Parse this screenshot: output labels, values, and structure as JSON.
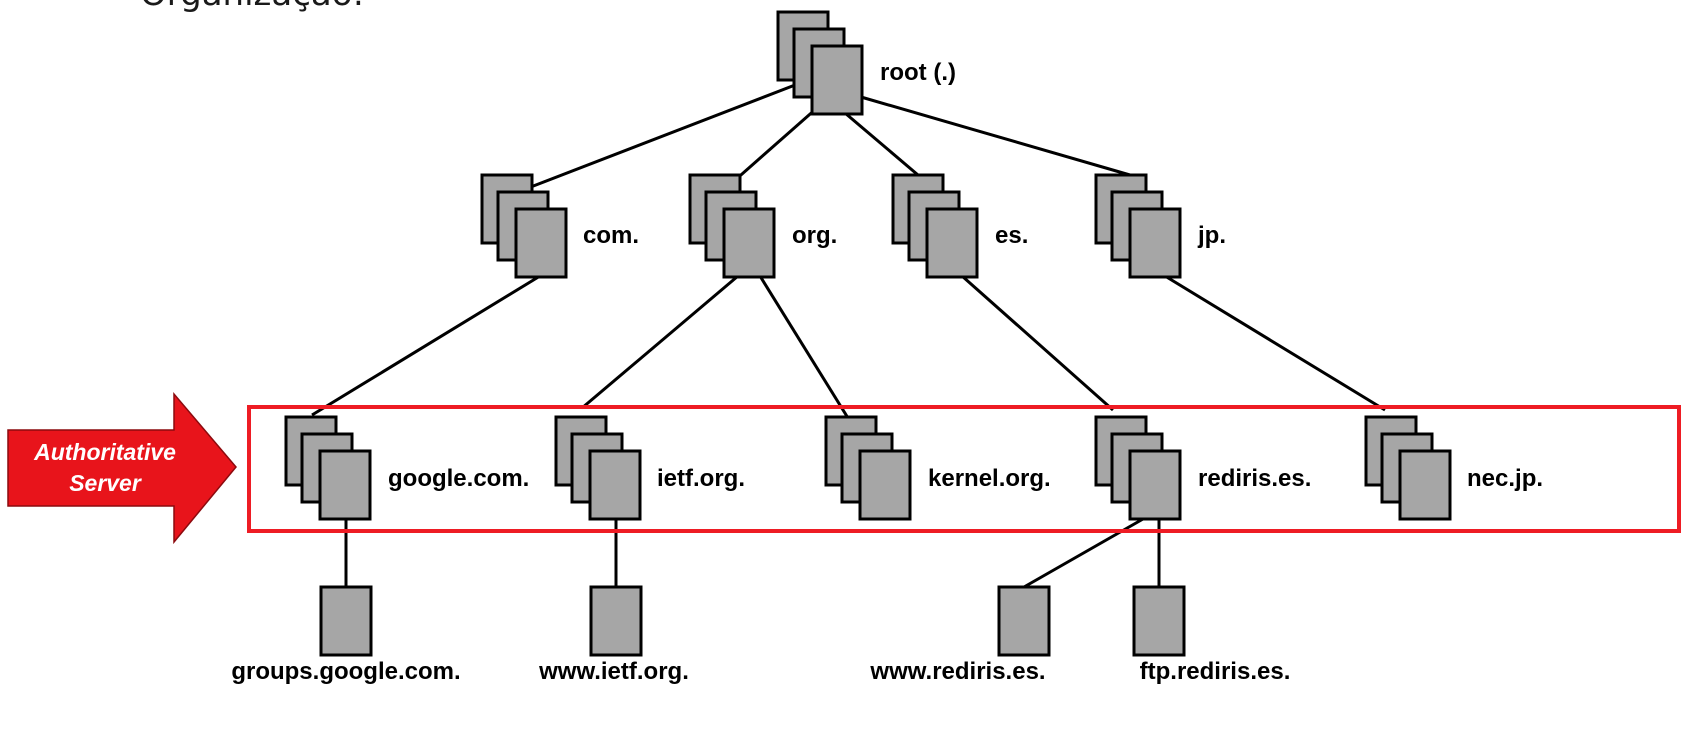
{
  "heading": "Organização:",
  "callout": {
    "line1": "Authoritative",
    "line2": "Server",
    "color": "#e8141b",
    "box_color": "#ee1c24"
  },
  "nodes": {
    "root": "root (.)",
    "com": "com.",
    "org": "org.",
    "es": "es.",
    "jp": "jp.",
    "google": "google.com.",
    "ietf": "ietf.org.",
    "kernel": "kernel.org.",
    "rediris": "rediris.es.",
    "nec": "nec.jp.",
    "groups": "groups.google.com.",
    "www_ietf": "www.ietf.org.",
    "www_rediris": "www.rediris.es.",
    "ftp_rediris": "ftp.rediris.es."
  }
}
